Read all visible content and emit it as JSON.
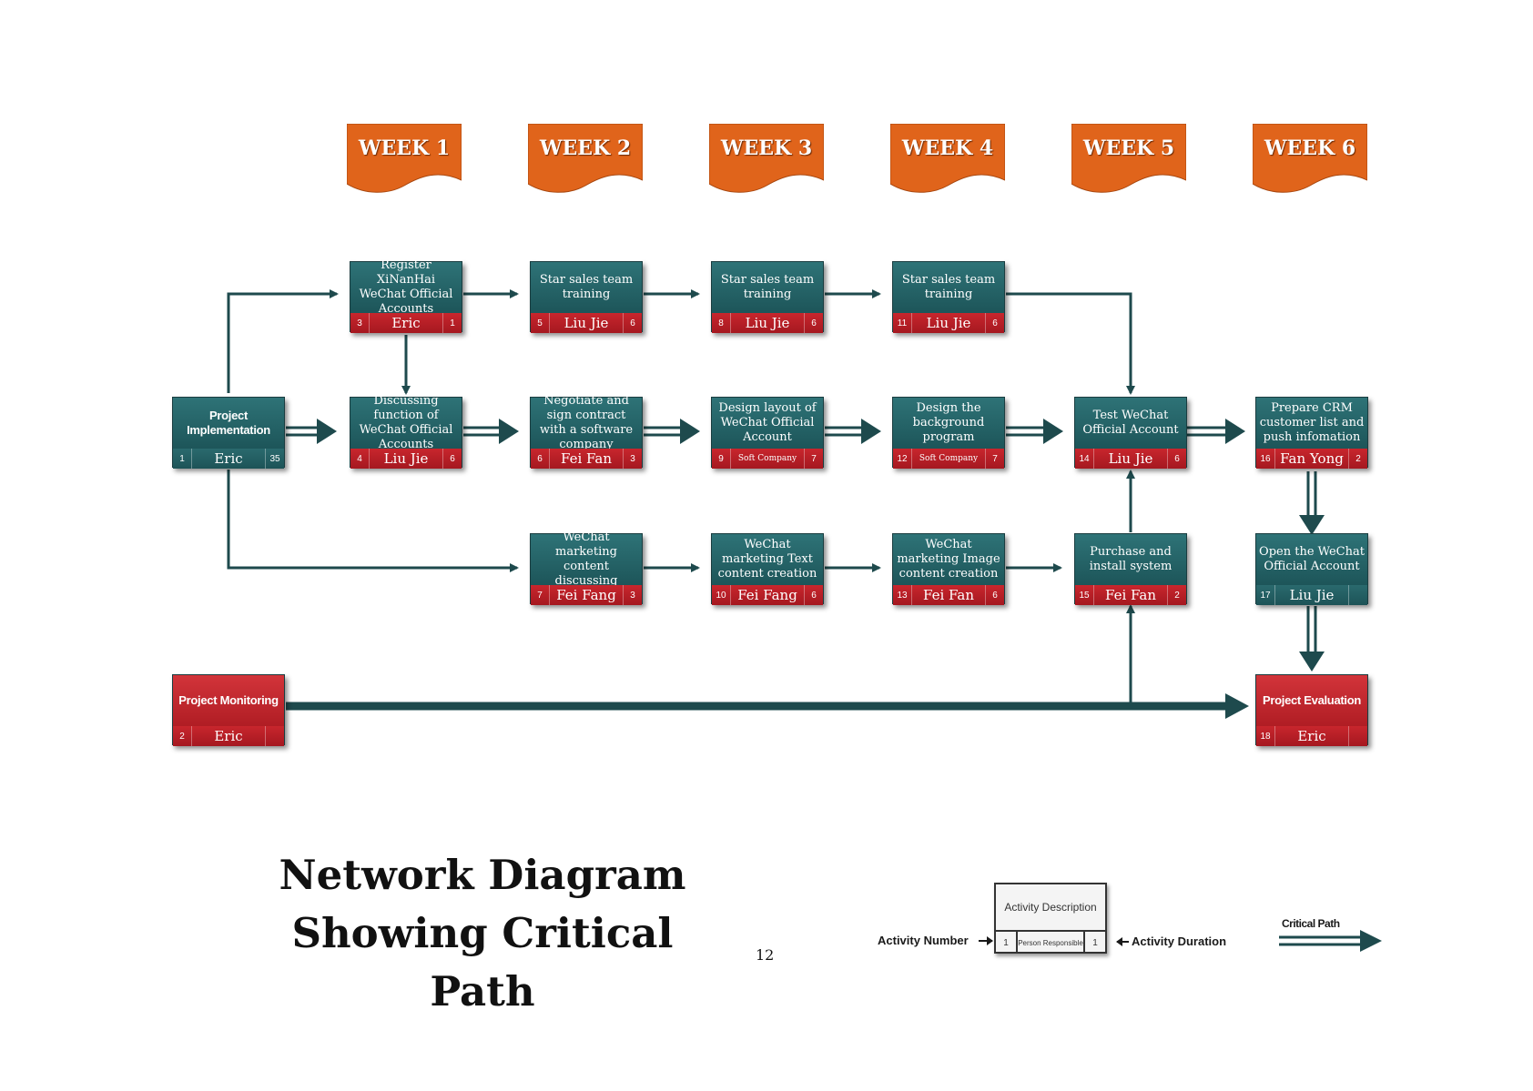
{
  "weeks": [
    "WEEK 1",
    "WEEK 2",
    "WEEK 3",
    "WEEK 4",
    "WEEK 5",
    "WEEK 6"
  ],
  "activities": {
    "a1": {
      "desc": "Project Implementation",
      "num": "1",
      "person": "Eric",
      "dur": "35"
    },
    "a2": {
      "desc": "Project Monitoring",
      "num": "2",
      "person": "Eric",
      "dur": ""
    },
    "a3": {
      "desc": "Register XiNanHai WeChat Official Accounts",
      "num": "3",
      "person": "Eric",
      "dur": "1"
    },
    "a4": {
      "desc": "Discussing function of WeChat Official Accounts",
      "num": "4",
      "person": "Liu Jie",
      "dur": "6"
    },
    "a5": {
      "desc": "Star sales team training",
      "num": "5",
      "person": "Liu Jie",
      "dur": "6"
    },
    "a6": {
      "desc": "Negotiate and sign contract with a software company",
      "num": "6",
      "person": "Fei Fan",
      "dur": "3"
    },
    "a7": {
      "desc": "WeChat marketing content discussing",
      "num": "7",
      "person": "Fei Fang",
      "dur": "3"
    },
    "a8": {
      "desc": "Star sales team training",
      "num": "8",
      "person": "Liu Jie",
      "dur": "6"
    },
    "a9": {
      "desc": "Design layout of WeChat Official Account",
      "num": "9",
      "person": "Soft Company",
      "dur": "7"
    },
    "a10": {
      "desc": "WeChat marketing Text content creation",
      "num": "10",
      "person": "Fei Fang",
      "dur": "6"
    },
    "a11": {
      "desc": "Star sales team training",
      "num": "11",
      "person": "Liu Jie",
      "dur": "6"
    },
    "a12": {
      "desc": "Design the background program",
      "num": "12",
      "person": "Soft Company",
      "dur": "7"
    },
    "a13": {
      "desc": "WeChat marketing Image content creation",
      "num": "13",
      "person": "Fei Fan",
      "dur": "6"
    },
    "a14": {
      "desc": "Test WeChat Official Account",
      "num": "14",
      "person": "Liu Jie",
      "dur": "6"
    },
    "a15": {
      "desc": "Purchase and install system",
      "num": "15",
      "person": "Fei Fan",
      "dur": "2"
    },
    "a16": {
      "desc": "Prepare CRM customer list and push infomation",
      "num": "16",
      "person": "Fan Yong",
      "dur": "2"
    },
    "a17": {
      "desc": "Open the WeChat Official Account",
      "num": "17",
      "person": "Liu Jie",
      "dur": ""
    },
    "a18": {
      "desc": "Project Evaluation",
      "num": "18",
      "person": "Eric",
      "dur": ""
    }
  },
  "title_line1": "Network Diagram",
  "title_line2": "Showing Critical Path",
  "page_number": "12",
  "legend": {
    "description": "Activity Description",
    "number": "1",
    "person": "Person Responsible",
    "duration": "1",
    "activity_number_label": "Activity Number",
    "activity_duration_label": "Activity Duration",
    "critical_path_label": "Critical Path"
  },
  "colors": {
    "week_orange": "#e0641b",
    "node_teal": "#236064",
    "node_red": "#c2252c",
    "connector": "#1e4a4d"
  }
}
